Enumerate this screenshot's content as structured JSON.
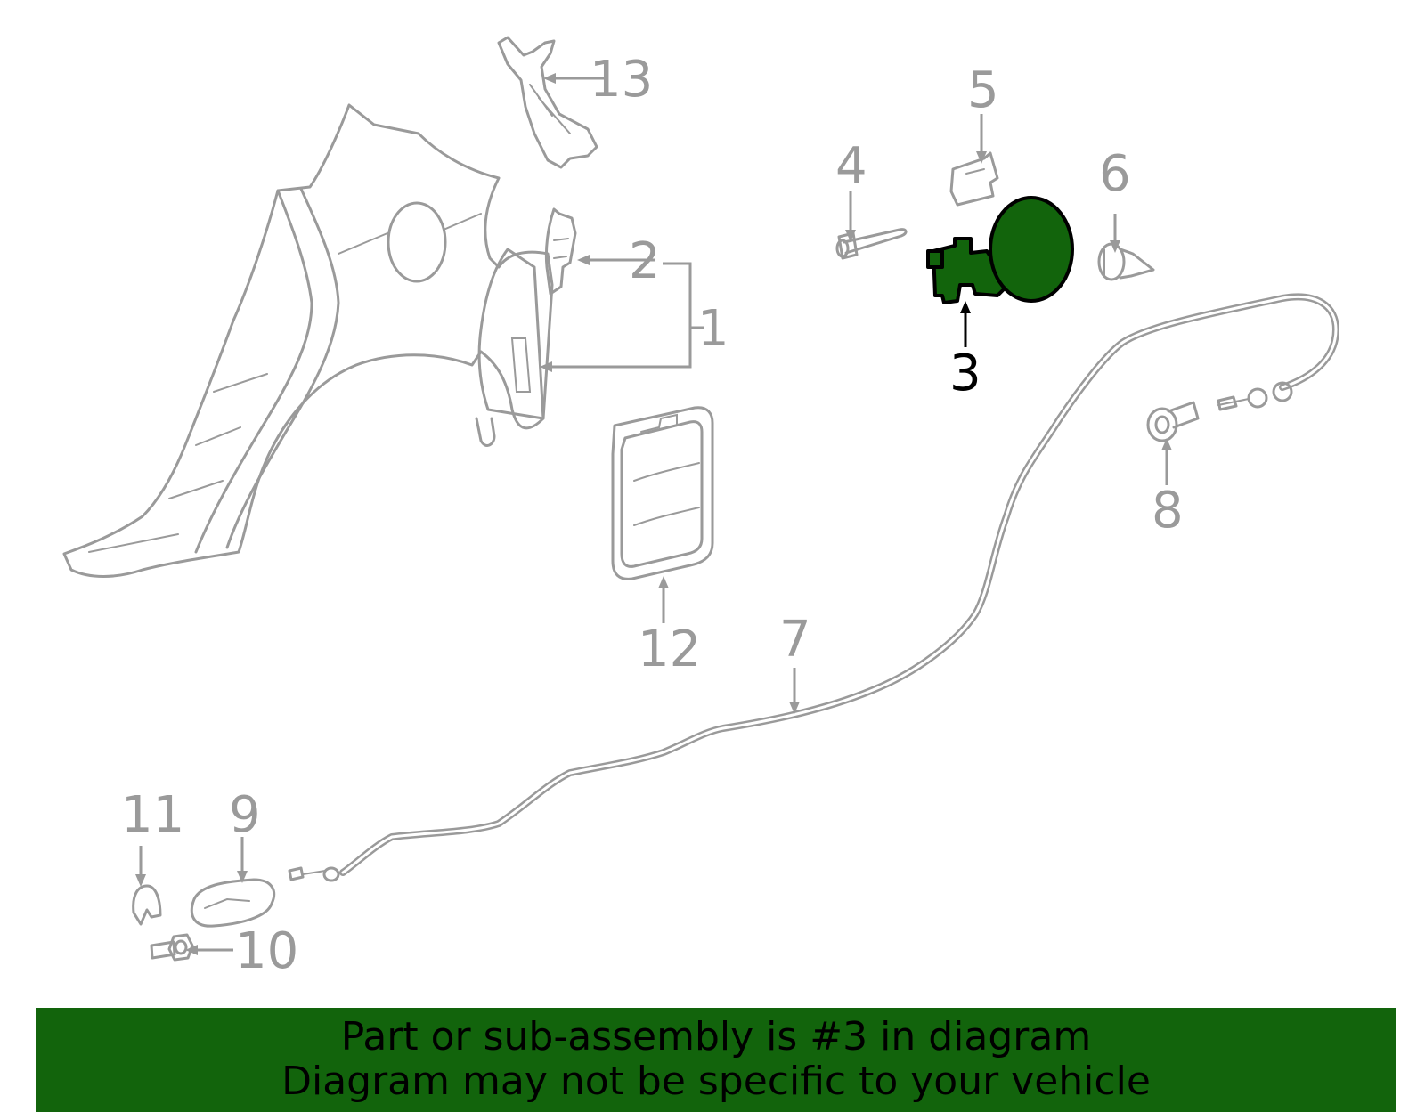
{
  "callouts": {
    "c1": "1",
    "c2": "2",
    "c3": "3",
    "c4": "4",
    "c5": "5",
    "c6": "6",
    "c7": "7",
    "c8": "8",
    "c9": "9",
    "c10": "10",
    "c11": "11",
    "c12": "12",
    "c13": "13"
  },
  "highlighted_part": "3",
  "banner": {
    "line1": "Part or sub-assembly is #3 in diagram",
    "line2": "Diagram may not be specific to your vehicle"
  },
  "colors": {
    "highlight": "#12640c",
    "parts": "#9a9a9a",
    "highlight_text": "#000000"
  }
}
